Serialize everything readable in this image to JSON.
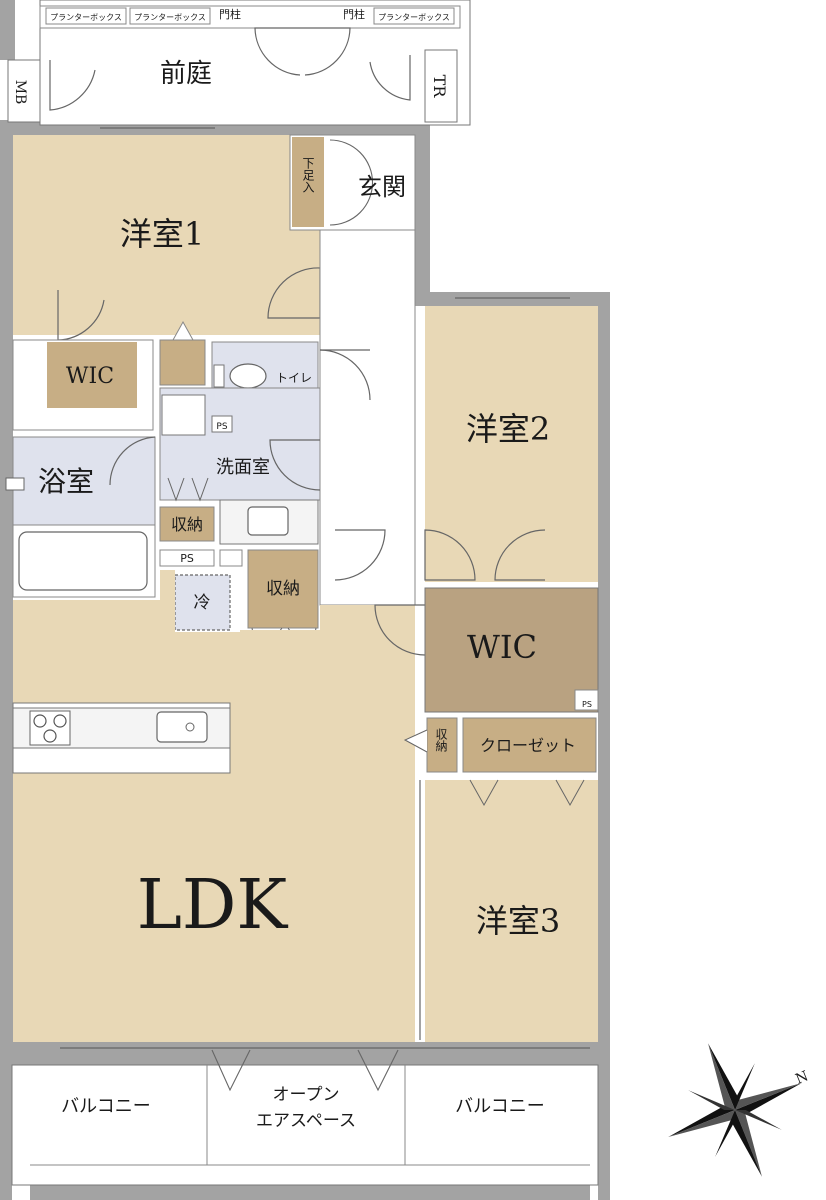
{
  "colors": {
    "floor": "#e8d8b6",
    "storage": "#c7ae85",
    "storage_dark": "#b9a281",
    "wet": "#dfe2ed",
    "wall": "#a3a3a3",
    "line": "#555555",
    "white": "#ffffff",
    "counter": "#f4f4f4"
  },
  "rooms": {
    "front_garden": "前庭",
    "entrance": "玄関",
    "shoe_storage": "下足入",
    "western1": "洋室1",
    "western2": "洋室2",
    "western3": "洋室3",
    "wic1": "WIC",
    "wic2": "WIC",
    "toilet": "トイレ",
    "bath": "浴室",
    "washroom": "洗面室",
    "storage1": "収納",
    "storage2": "収納",
    "storage3": "収納",
    "closet": "クローゼット",
    "fridge": "冷",
    "ldk": "LDK",
    "balcony_left": "バルコニー",
    "balcony_right": "バルコニー",
    "open_air_line1": "オープン",
    "open_air_line2": "エアスペース"
  },
  "labels": {
    "planter1": "プランターボックス",
    "planter2": "プランターボックス",
    "planter3": "プランターボックス",
    "gate_post1": "門柱",
    "gate_post2": "門柱",
    "mb": "MB",
    "tr": "TR",
    "ps1": "PS",
    "ps2": "PS",
    "ps3": "PS",
    "north": "N"
  }
}
